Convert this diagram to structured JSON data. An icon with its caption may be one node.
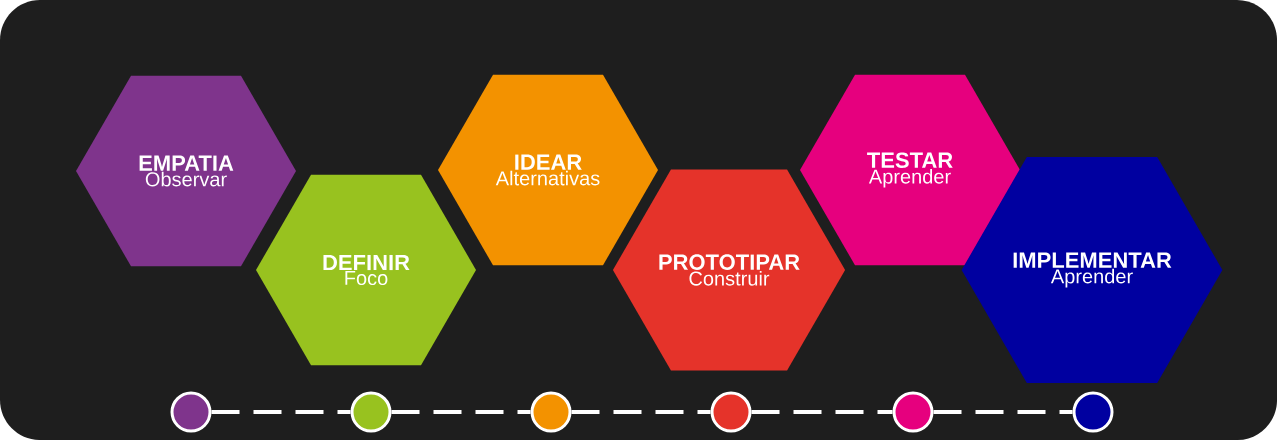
{
  "diagram": {
    "nodes": [
      {
        "text": [
          "EMPATIA",
          "Observar"
        ]
      },
      {
        "text": [
          "DEFINIR",
          "Foco"
        ]
      },
      {
        "text": [
          "IDEAR",
          "Alternativas"
        ]
      },
      {
        "text": [
          "PROTOTIPAR",
          "Construir"
        ]
      },
      {
        "text": [
          "TESTAR",
          "Aprender"
        ]
      },
      {
        "text": [
          "IMPLEMENTAR",
          "Aprender"
        ]
      },
      {
        "text": [],
        "shape": "circle"
      },
      {
        "text": [],
        "shape": "circle"
      },
      {
        "text": [],
        "shape": "circle"
      },
      {
        "text": [],
        "shape": "circle"
      },
      {
        "text": [],
        "shape": "circle"
      },
      {
        "text": [],
        "shape": "circle"
      }
    ],
    "edges": [
      {
        "from": 6,
        "to": 7,
        "arrow": "none",
        "style": "dashed"
      },
      {
        "from": 7,
        "to": 8,
        "arrow": "none",
        "style": "dashed"
      },
      {
        "from": 8,
        "to": 9,
        "arrow": "none",
        "style": "dashed"
      },
      {
        "from": 9,
        "to": 10,
        "arrow": "none",
        "style": "dashed"
      },
      {
        "from": 10,
        "to": 11,
        "arrow": "none",
        "style": "dashed"
      }
    ]
  }
}
